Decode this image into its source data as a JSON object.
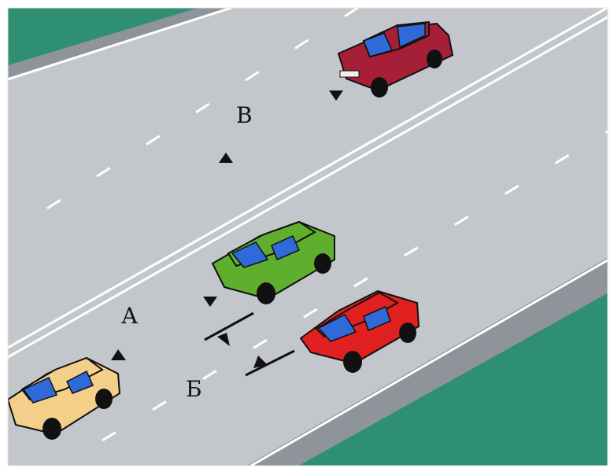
{
  "colors": {
    "grass": "#2e8f73",
    "shoulder": "#8f949a",
    "asphalt": "#c3c6cb",
    "marking": "#ffffff",
    "car_top": "#a51f36",
    "car_middle": "#5fae2d",
    "car_right": "#e1211f",
    "car_bottom": "#f4cf8a",
    "glass": "#2f6ad8"
  },
  "labels": {
    "a": "А",
    "b": "Б",
    "v": "В"
  },
  "icons": {
    "position_marker": "triangle-marker-icon",
    "direction_arrow": "arrow-icon"
  }
}
